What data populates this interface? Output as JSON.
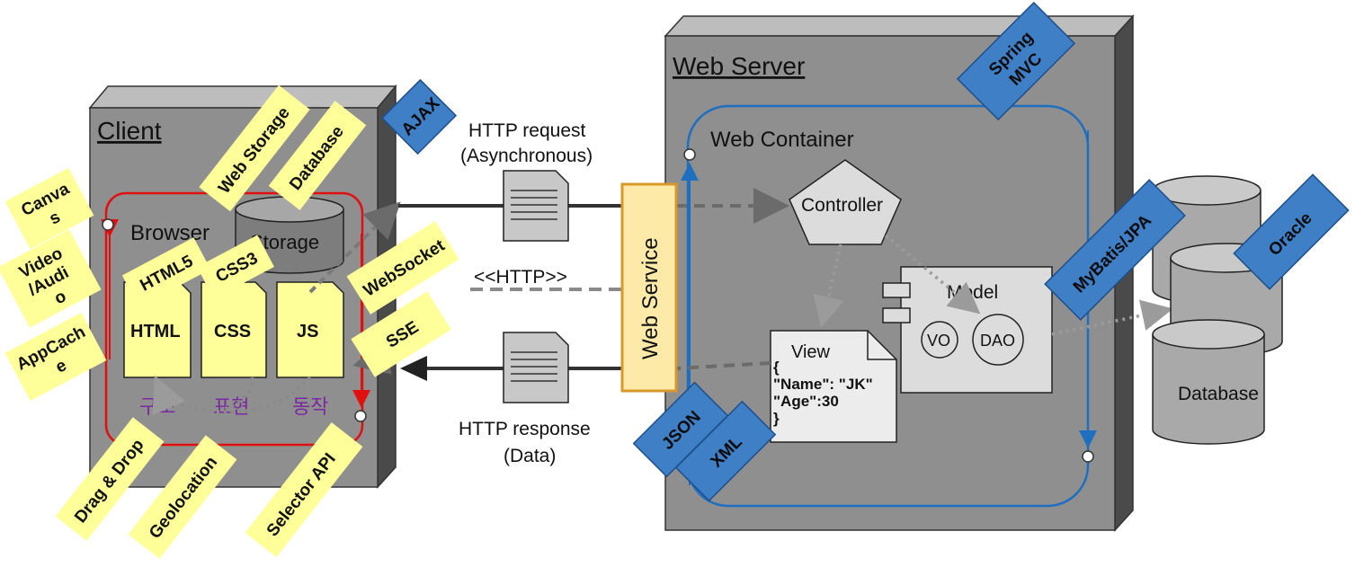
{
  "client": {
    "title": "Client",
    "browser_label": "Browser",
    "storage_label": "Storage",
    "docs": {
      "html": "HTML",
      "css": "CSS",
      "js": "JS"
    },
    "roles": {
      "structure": "구조",
      "presentation": "표현",
      "behavior": "동작"
    }
  },
  "notes": {
    "canvas": [
      "Canva",
      "s"
    ],
    "video_audio": [
      "Video",
      "/Audi",
      "o"
    ],
    "appcache": [
      "AppCach",
      "e"
    ],
    "web_storage": "Web Storage",
    "database": "Database",
    "html5": "HTML5",
    "css3": "CSS3",
    "websocket": "WebSocket",
    "sse": "SSE",
    "drag_drop": "Drag & Drop",
    "geolocation": "Geolocation",
    "selector_api": "Selector API"
  },
  "communication": {
    "request_label": [
      "HTTP request",
      "(Asynchronous)"
    ],
    "http_label": "<<HTTP>>",
    "response_label": [
      "HTTP response",
      "(Data)"
    ],
    "web_service": "Web Service"
  },
  "tags": {
    "ajax": "AJAX",
    "spring_mvc": [
      "Spring",
      "MVC"
    ],
    "mybatis": "MyBatis/JPA",
    "oracle": "Oracle",
    "json": "JSON",
    "xml": "XML"
  },
  "server": {
    "title": "Web Server",
    "container_label": "Web Container",
    "controller": "Controller",
    "model": "Model",
    "vo": "VO",
    "dao": "DAO",
    "view_title": "View",
    "view_body": [
      "{",
      "\"Name\": \"JK\"",
      "\"Age\":30",
      "}"
    ]
  },
  "database_label": "Database",
  "colors": {
    "box_gray": "#8f8f8f",
    "box_dark": "#4a4a4a",
    "note_yellow": "#ffff99",
    "tag_blue": "#3f7fc6",
    "browser_red": "#e01010",
    "container_blue": "#1f6fc0",
    "role_purple": "#7a2aa0"
  }
}
